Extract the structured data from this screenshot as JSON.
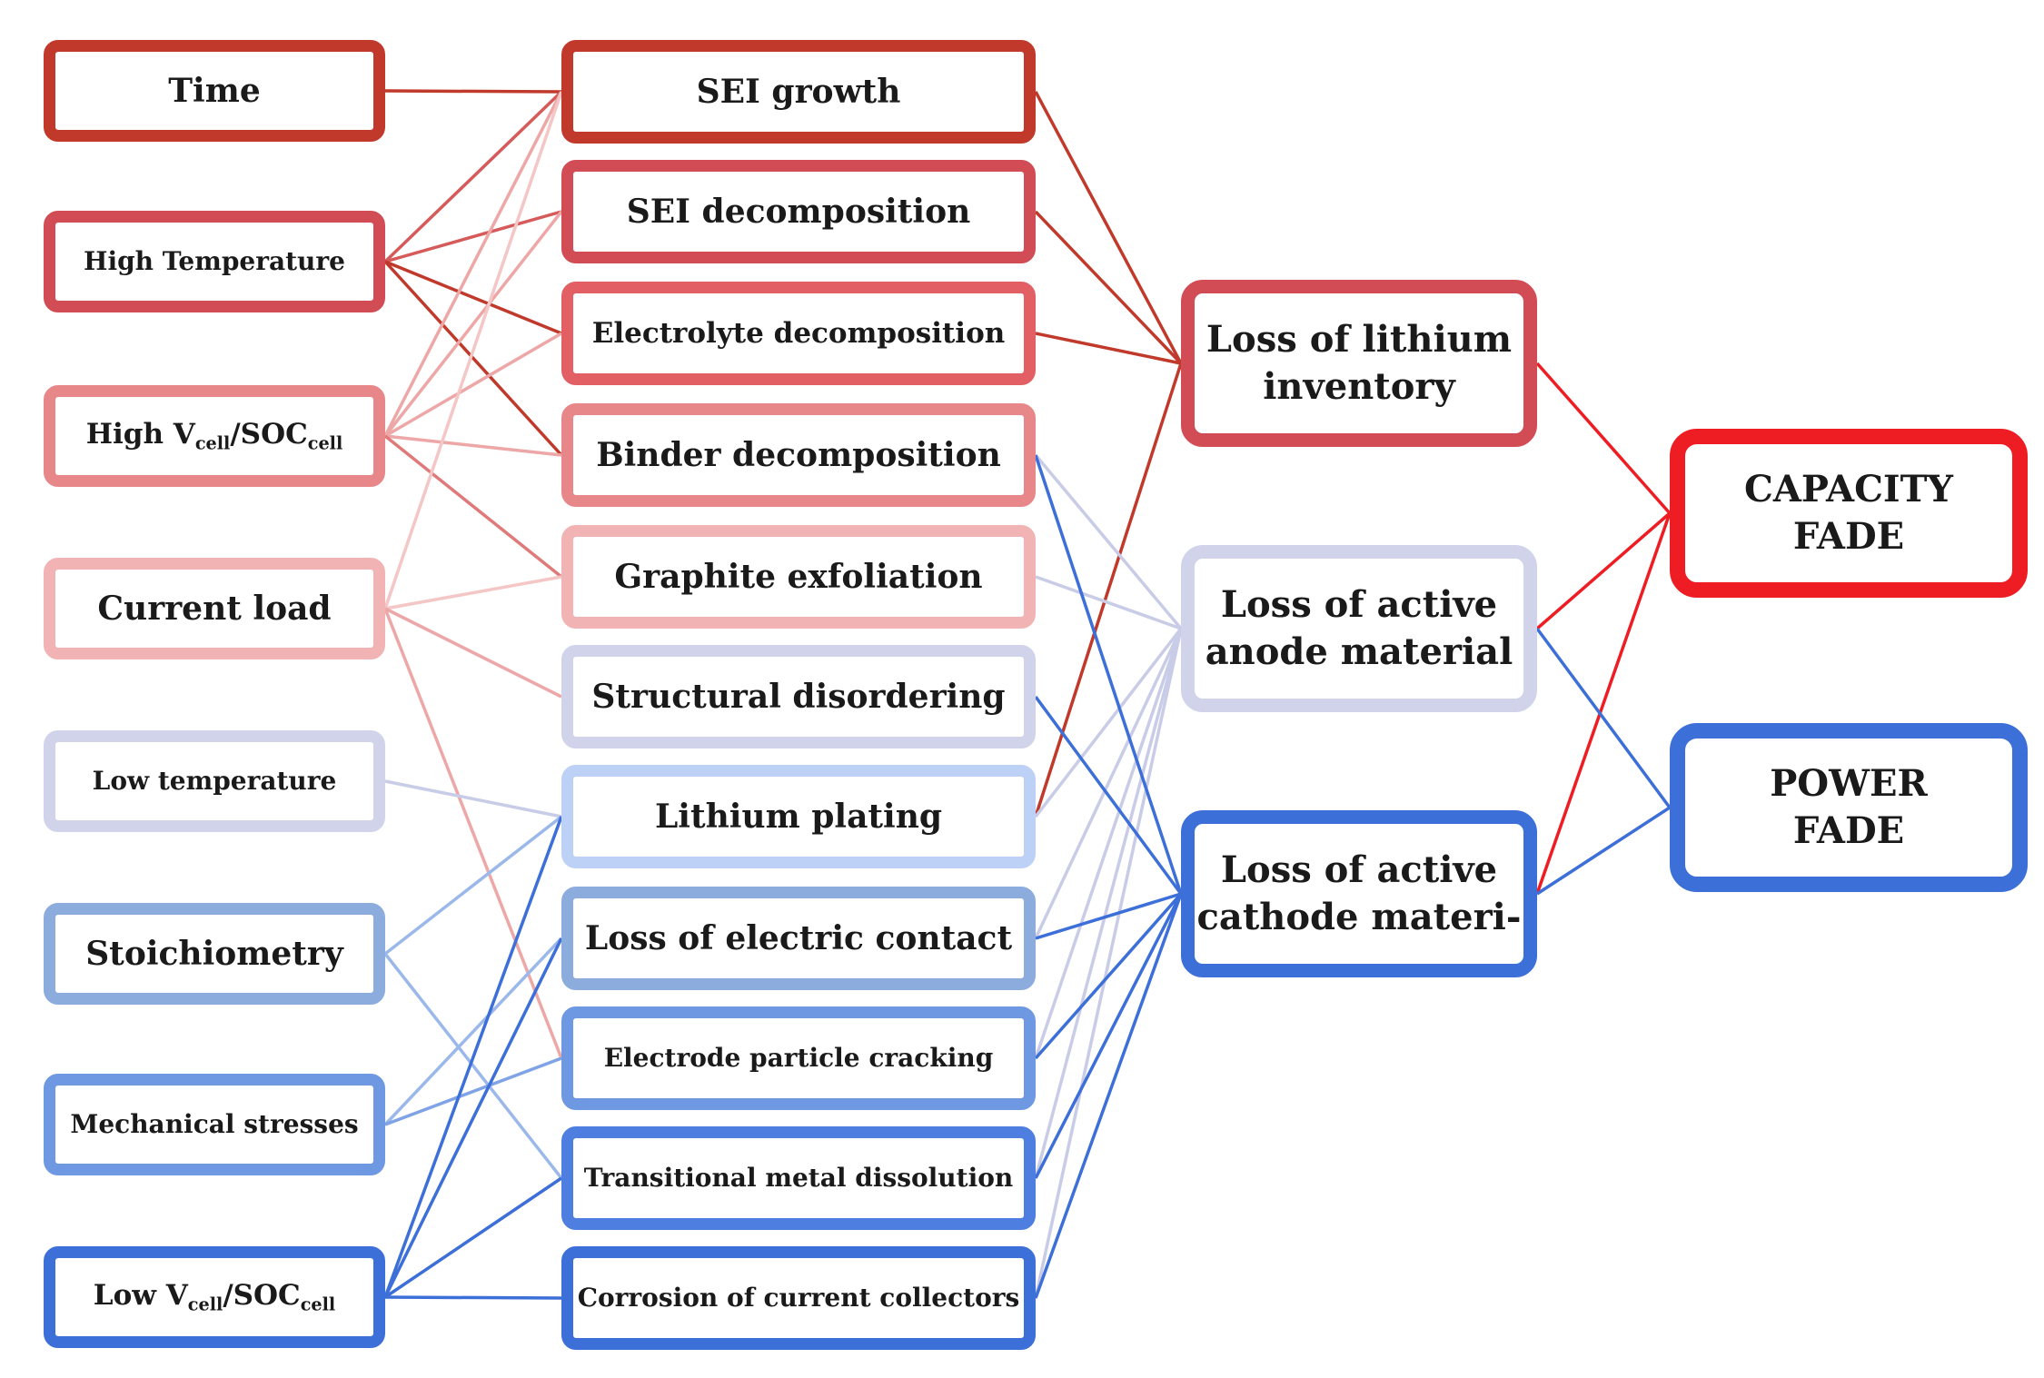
{
  "colors": {
    "red_dark": "#c0392b",
    "red_mid": "#d14c55",
    "red_light": "#e8878a",
    "pink": "#f1b3b3",
    "lavender": "#d1d3ea",
    "blue_pale": "#a9c3ef",
    "blue_light": "#8cacde",
    "blue_mid": "#6f98e3",
    "blue_dark": "#3d6fd9",
    "red_bright": "#ee1d23",
    "line_red": "#c0392b",
    "line_red_mid": "#d65a5a",
    "line_pink": "#eea7a7",
    "line_lav": "#c9cce6",
    "line_blue_light": "#9bb8ea",
    "line_blue": "#3d6fd9",
    "line_bright_red": "#ee1d23"
  },
  "causes": [
    {
      "id": "time",
      "text": "Time",
      "color": "#c0392b"
    },
    {
      "id": "high_temp",
      "text": "High Temperature",
      "color": "#d14c55"
    },
    {
      "id": "high_v",
      "prefix": "High V",
      "sub1": "cell",
      "mid": "/SOC",
      "sub2": "cell",
      "color": "#e8878a"
    },
    {
      "id": "current",
      "text": "Current load",
      "color": "#f1b3b3"
    },
    {
      "id": "low_temp",
      "text": "Low temperature",
      "color": "#d1d3ea"
    },
    {
      "id": "stoich",
      "text": "Stoichiometry",
      "color": "#8cacde"
    },
    {
      "id": "mech",
      "text": "Mechanical stresses",
      "color": "#6f98e3"
    },
    {
      "id": "low_v",
      "prefix": "Low V",
      "sub1": "cell",
      "mid": "/SOC",
      "sub2": "cell",
      "color": "#3d6fd9"
    }
  ],
  "mechanisms": [
    {
      "id": "sei_growth",
      "text": "SEI growth",
      "color": "#c0392b"
    },
    {
      "id": "sei_decomp",
      "text": "SEI decomposition",
      "color": "#d14c55"
    },
    {
      "id": "electrolyte",
      "text": "Electrolyte decomposition",
      "color": "#e26064"
    },
    {
      "id": "binder",
      "text": "Binder decomposition",
      "color": "#e8878a"
    },
    {
      "id": "graphite",
      "text": "Graphite exfoliation",
      "color": "#f1b3b3"
    },
    {
      "id": "structural",
      "text": "Structural disordering",
      "color": "#d1d3ea"
    },
    {
      "id": "plating",
      "text": "Lithium plating",
      "color": "#bcd1f5"
    },
    {
      "id": "contact",
      "text": "Loss of electric contact",
      "color": "#8cacde"
    },
    {
      "id": "cracking",
      "text": "Electrode particle cracking",
      "color": "#6f98e3"
    },
    {
      "id": "dissolution",
      "text": "Transitional metal dissolution",
      "color": "#4e7fe0"
    },
    {
      "id": "corrosion",
      "text": "Corrosion of current collectors",
      "color": "#3d6fd9"
    }
  ],
  "modes": [
    {
      "id": "lli",
      "line1": "Loss of lithium",
      "line2": "inventory",
      "color": "#d14c55"
    },
    {
      "id": "lam_a",
      "line1": "Loss of active",
      "line2": "anode material",
      "color": "#d1d3ea"
    },
    {
      "id": "lam_c",
      "line1": "Loss of active",
      "line2": "cathode materi-",
      "color": "#3d6fd9"
    }
  ],
  "effects": [
    {
      "id": "capacity",
      "line1": "CAPACITY",
      "line2": "FADE",
      "color": "#ee1d23"
    },
    {
      "id": "power",
      "line1": "POWER",
      "line2": "FADE",
      "color": "#3d6fd9"
    }
  ],
  "links": [
    {
      "from": "time",
      "to": "sei_growth",
      "color": "#c0392b"
    },
    {
      "from": "high_temp",
      "to": "sei_growth",
      "color": "#d65a5a"
    },
    {
      "from": "high_temp",
      "to": "sei_decomp",
      "color": "#d65a5a"
    },
    {
      "from": "high_temp",
      "to": "electrolyte",
      "color": "#c0392b"
    },
    {
      "from": "high_temp",
      "to": "binder",
      "color": "#c0392b"
    },
    {
      "from": "high_v",
      "to": "sei_growth",
      "color": "#eea7a7"
    },
    {
      "from": "high_v",
      "to": "sei_decomp",
      "color": "#eea7a7"
    },
    {
      "from": "high_v",
      "to": "electrolyte",
      "color": "#eea7a7"
    },
    {
      "from": "high_v",
      "to": "binder",
      "color": "#eea7a7"
    },
    {
      "from": "high_v",
      "to": "graphite",
      "color": "#e07a7a"
    },
    {
      "from": "current",
      "to": "sei_growth",
      "color": "#f4c6c6"
    },
    {
      "from": "current",
      "to": "graphite",
      "color": "#f4c6c6"
    },
    {
      "from": "current",
      "to": "structural",
      "color": "#eea7a7"
    },
    {
      "from": "current",
      "to": "cracking",
      "color": "#eea7a7"
    },
    {
      "from": "low_temp",
      "to": "plating",
      "color": "#c9cce6"
    },
    {
      "from": "stoich",
      "to": "plating",
      "color": "#9bb8ea"
    },
    {
      "from": "stoich",
      "to": "dissolution",
      "color": "#9bb8ea"
    },
    {
      "from": "mech",
      "to": "contact",
      "color": "#9bb8ea"
    },
    {
      "from": "mech",
      "to": "cracking",
      "color": "#7fa3e6"
    },
    {
      "from": "low_v",
      "to": "plating",
      "color": "#3d6fd9"
    },
    {
      "from": "low_v",
      "to": "contact",
      "color": "#3d6fd9"
    },
    {
      "from": "low_v",
      "to": "dissolution",
      "color": "#3d6fd9"
    },
    {
      "from": "low_v",
      "to": "corrosion",
      "color": "#3d6fd9"
    },
    {
      "from": "sei_growth",
      "to": "lli",
      "color": "#c0392b"
    },
    {
      "from": "sei_decomp",
      "to": "lli",
      "color": "#c0392b"
    },
    {
      "from": "electrolyte",
      "to": "lli",
      "color": "#c0392b"
    },
    {
      "from": "plating",
      "to": "lli",
      "color": "#c0392b"
    },
    {
      "from": "binder",
      "to": "lam_a",
      "color": "#c9cce6"
    },
    {
      "from": "graphite",
      "to": "lam_a",
      "color": "#c9cce6"
    },
    {
      "from": "plating",
      "to": "lam_a",
      "color": "#c9cce6"
    },
    {
      "from": "contact",
      "to": "lam_a",
      "color": "#c9cce6"
    },
    {
      "from": "cracking",
      "to": "lam_a",
      "color": "#c9cce6"
    },
    {
      "from": "dissolution",
      "to": "lam_a",
      "color": "#c9cce6"
    },
    {
      "from": "corrosion",
      "to": "lam_a",
      "color": "#c9cce6"
    },
    {
      "from": "binder",
      "to": "lam_c",
      "color": "#3d6fd9"
    },
    {
      "from": "structural",
      "to": "lam_c",
      "color": "#3d6fd9"
    },
    {
      "from": "contact",
      "to": "lam_c",
      "color": "#3d6fd9"
    },
    {
      "from": "cracking",
      "to": "lam_c",
      "color": "#3d6fd9"
    },
    {
      "from": "dissolution",
      "to": "lam_c",
      "color": "#3d6fd9"
    },
    {
      "from": "corrosion",
      "to": "lam_c",
      "color": "#3d6fd9"
    },
    {
      "from": "lli",
      "to": "capacity",
      "color": "#ee1d23"
    },
    {
      "from": "lam_a",
      "to": "capacity",
      "color": "#ee1d23"
    },
    {
      "from": "lam_c",
      "to": "capacity",
      "color": "#ee1d23"
    },
    {
      "from": "lam_a",
      "to": "power",
      "color": "#3d6fd9"
    },
    {
      "from": "lam_c",
      "to": "power",
      "color": "#3d6fd9"
    }
  ]
}
